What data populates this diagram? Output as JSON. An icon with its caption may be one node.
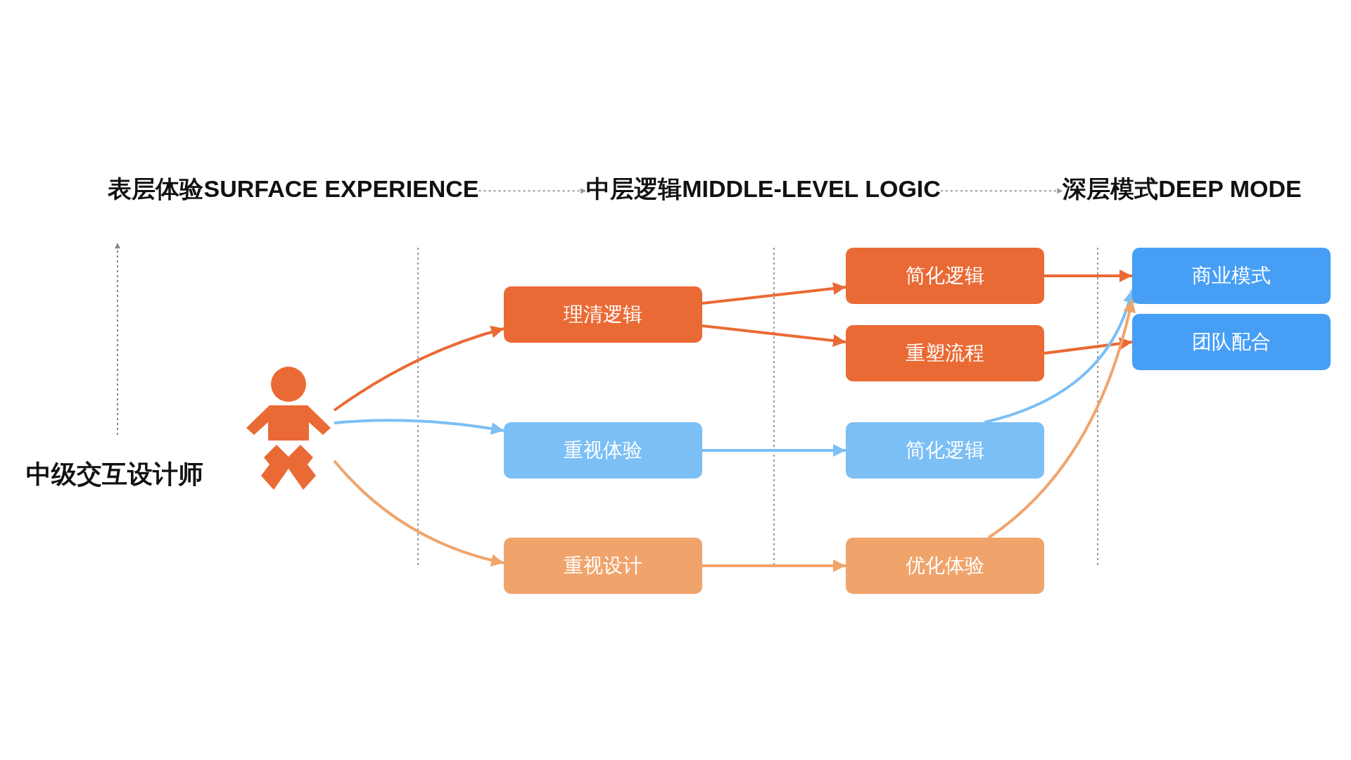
{
  "diagram": {
    "nodes": [
      {
        "text": [
          "表层体验SURFACE EXPERIENCE"
        ]
      },
      {
        "text": [
          "中层逻辑MIDDLE-LEVEL LOGIC"
        ]
      },
      {
        "text": [
          "深层模式DEEP MODE"
        ]
      },
      {
        "text": [],
        "shape": "person"
      },
      {
        "text": [
          "理清逻辑"
        ]
      },
      {
        "text": [
          "重视体验"
        ]
      },
      {
        "text": [
          "重视设计"
        ]
      },
      {
        "text": [
          "简化逻辑"
        ]
      },
      {
        "text": [
          "重塑流程"
        ]
      },
      {
        "text": [
          "简化逻辑"
        ]
      },
      {
        "text": [
          "优化体验"
        ]
      },
      {
        "text": [
          "商业模式"
        ]
      },
      {
        "text": [
          "团队配合"
        ]
      }
    ],
    "edges": [
      {
        "from": 0,
        "to": 1,
        "arrow": "to",
        "style": "dashed",
        "color": "#999999"
      },
      {
        "from": 1,
        "to": 2,
        "arrow": "to",
        "style": "dashed",
        "color": "#999999"
      },
      {
        "from": 3,
        "to": 4,
        "arrow": "to"
      },
      {
        "from": 3,
        "to": 5,
        "arrow": "to",
        "color": "#7bbff5"
      },
      {
        "from": 3,
        "to": 6,
        "arrow": "to",
        "color": "#f0a46c"
      },
      {
        "from": 4,
        "to": 7,
        "arrow": "to"
      },
      {
        "from": 4,
        "to": 8,
        "arrow": "to"
      },
      {
        "from": 5,
        "to": 9,
        "arrow": "to",
        "color": "#7bbff5"
      },
      {
        "from": 6,
        "to": 10,
        "arrow": "to",
        "color": "#f0a46c"
      },
      {
        "from": 7,
        "to": 11,
        "arrow": "to"
      },
      {
        "from": 8,
        "to": 12,
        "arrow": "to"
      },
      {
        "from": 9,
        "to": 11,
        "arrow": "to",
        "color": "#7bbff5"
      },
      {
        "from": 10,
        "to": 11,
        "arrow": "to",
        "color": "#f0a46c"
      }
    ],
    "labels": [
      "中级交互设计师"
    ]
  }
}
